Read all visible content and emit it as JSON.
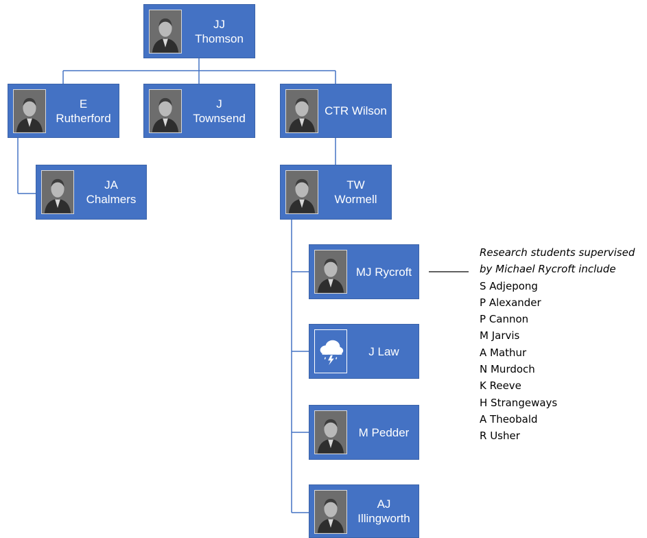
{
  "nodes": {
    "thomson": {
      "line1": "JJ",
      "line2": "Thomson",
      "photo": "portrait"
    },
    "rutherford": {
      "line1": "E",
      "line2": "Rutherford",
      "photo": "portrait"
    },
    "townsend": {
      "line1": "J",
      "line2": "Townsend",
      "photo": "portrait"
    },
    "wilson": {
      "line1": "CTR Wilson",
      "line2": "",
      "photo": "portrait"
    },
    "chalmers": {
      "line1": "JA",
      "line2": "Chalmers",
      "photo": "portrait"
    },
    "wormell": {
      "line1": "TW",
      "line2": "Wormell",
      "photo": "portrait"
    },
    "rycroft": {
      "line1": "MJ Rycroft",
      "line2": "",
      "photo": "portrait"
    },
    "law": {
      "line1": "J Law",
      "line2": "",
      "photo": "storm-cloud-icon"
    },
    "pedder": {
      "line1": "M Pedder",
      "line2": "",
      "photo": "portrait"
    },
    "illingworth": {
      "line1": "AJ",
      "line2": "Illingworth",
      "photo": "portrait"
    }
  },
  "notes": {
    "intro_line1": "Research students supervised",
    "intro_line2": "by Michael Rycroft include",
    "students": [
      "S Adjepong",
      "P Alexander",
      "P Cannon",
      "M Jarvis",
      "A Mathur",
      "N Murdoch",
      "K Reeve",
      "H Strangeways",
      "A Theobald",
      "R Usher"
    ]
  },
  "colors": {
    "box": "#4472c4",
    "connector": "#4472c4",
    "text": "#ffffff"
  }
}
